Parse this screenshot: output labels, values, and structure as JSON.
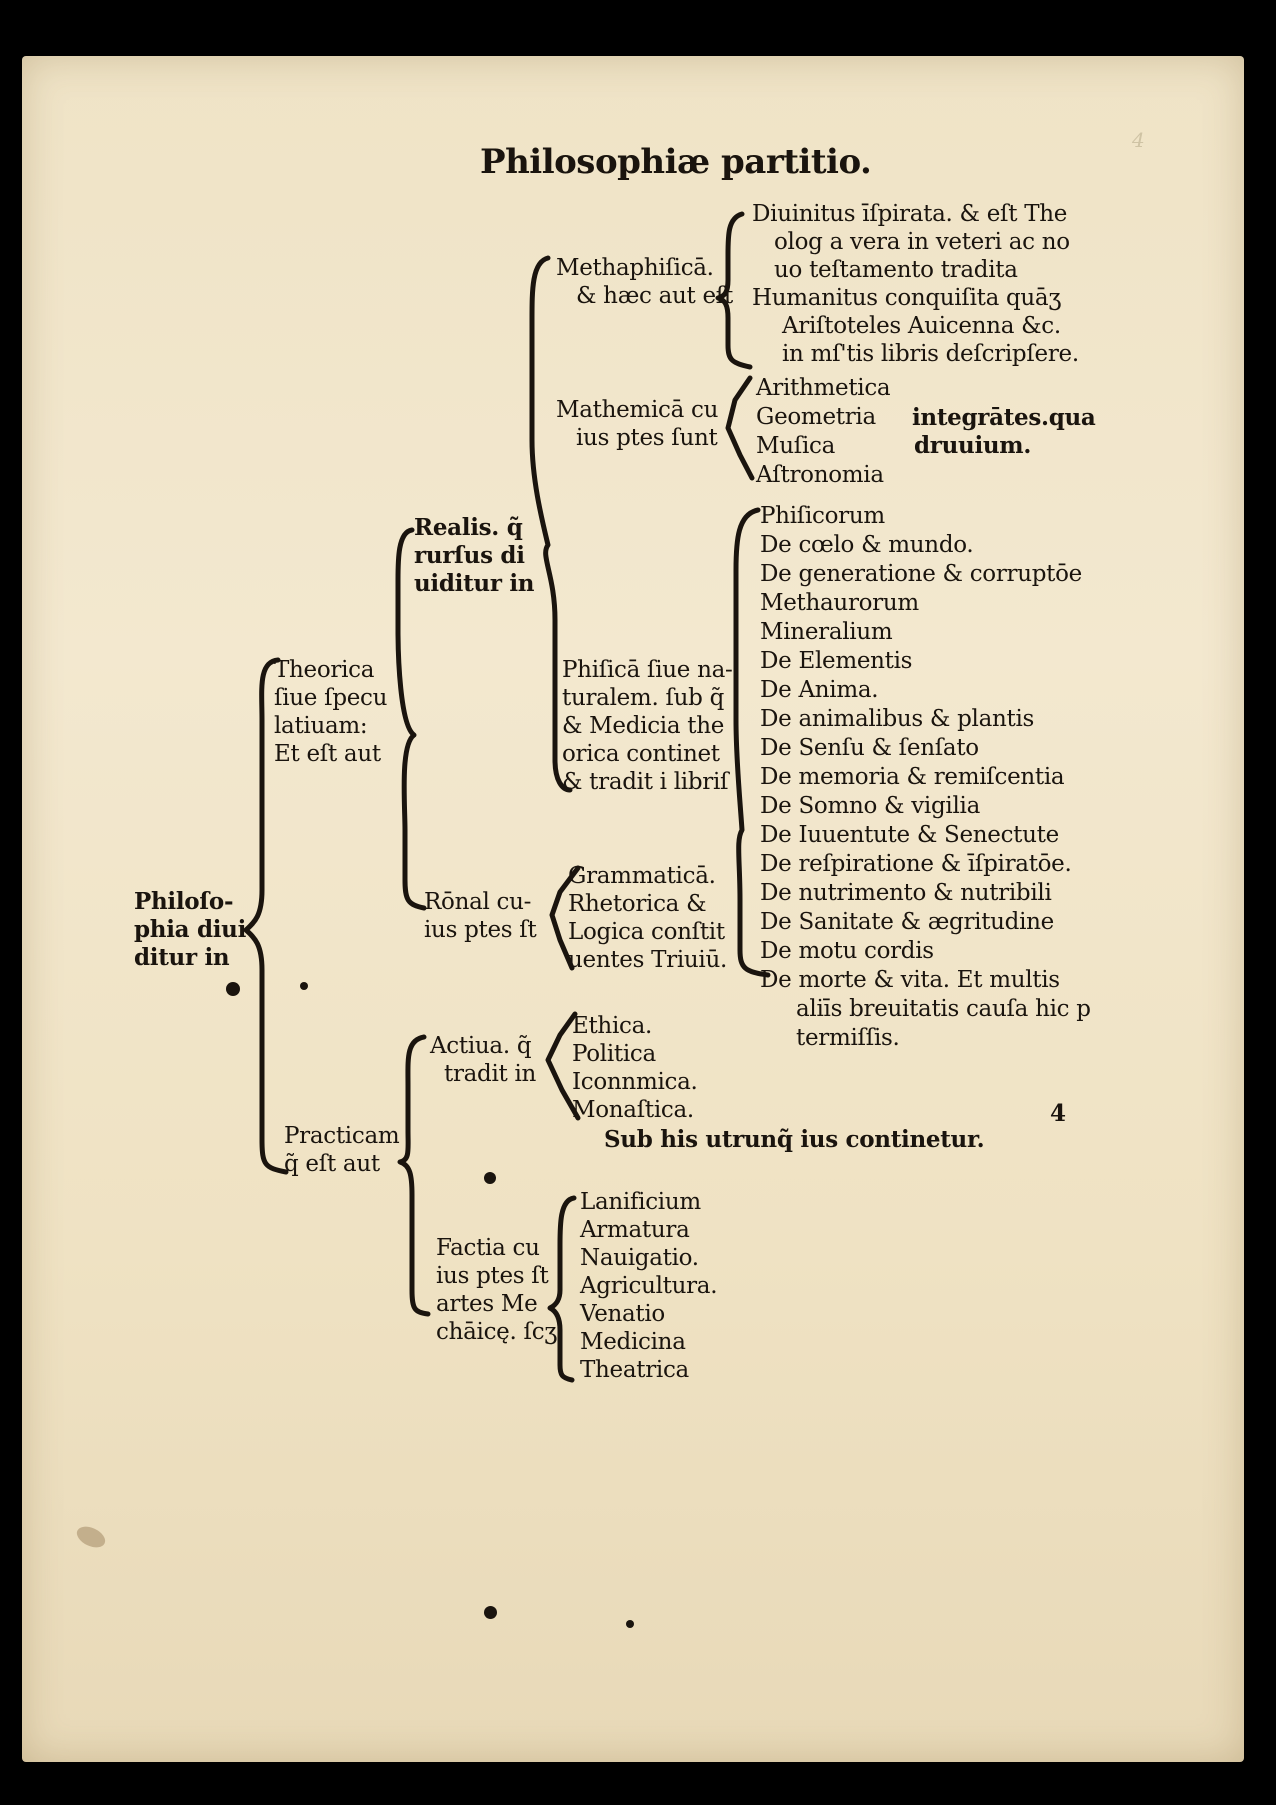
{
  "title": "Philosophiæ partitio.",
  "root": [
    "Philoſo-",
    "phia diui",
    "ditur in"
  ],
  "theorica": [
    "Theorica",
    "ſiue ſpecu",
    "latiuam:",
    "Et eſt aut"
  ],
  "practica": [
    "Practicam",
    "q̃ eſt aut"
  ],
  "realis": [
    "Realis. q̃",
    "rurſus di",
    "uiditur in"
  ],
  "rationalis": [
    "Rōnal cu-",
    "ius ptes ſt"
  ],
  "metaphysica": {
    "label": [
      "Methaphiſicā.",
      "& hæc aut eſt"
    ],
    "items": [
      "Diuinitus īſpirata. & eſt The",
      "olog a vera in veteri ac no",
      "uo teſtamento tradita",
      "Humanitus conquiſita quāʒ",
      "Ariſtoteles Auicenna &c.",
      "in mſ'tis libris deſcripſere."
    ]
  },
  "mathematica": {
    "label": [
      "Mathemicā cu",
      "ius ptes ſunt"
    ],
    "items": [
      "Arithmetica",
      "Geometria",
      "Muſica",
      "Aſtronomia"
    ],
    "note": [
      "integrātes.qua",
      "druuium."
    ]
  },
  "physica": {
    "label": [
      "Phiſicā ſiue na-",
      "turalem. ſub q̃",
      "& Medicia the",
      "orica continet",
      "& tradit i libriſ"
    ],
    "items": [
      "Phiſicorum",
      "De cœlo & mundo.",
      "De generatione & corruptōe",
      "Methaurorum",
      "Mineralium",
      "De Elementis",
      "De Anima.",
      "De animalibus & plantis",
      "De Senſu & ſenſato",
      "De memoria & remiſcentia",
      "De Somno & vigilia",
      "De Iuuentute & Senectute",
      "De reſpiratione & īſpiratōe.",
      "De nutrimento & nutribili",
      "De Sanitate & ægritudine",
      "De motu cordis",
      "De morte & vita.  Et multis",
      "aliīs breuitatis cauſa hic p",
      "termiſſis."
    ]
  },
  "trivium": {
    "items": [
      "Grammaticā.",
      "Rhetorica &",
      "Logica conſtit",
      "uentes Triuiū."
    ]
  },
  "activa": {
    "label": [
      "Actiua. q̃",
      "tradit in"
    ],
    "items": [
      "Ethica.",
      "Politica",
      "Iconnmica.",
      "Monaſtica."
    ],
    "note": "Sub his utrunq̃ ius continetur."
  },
  "factiva": {
    "label": [
      "Factia cu",
      "ius ptes ſt",
      "artes Me",
      "chāicę. ſcʒ"
    ],
    "items": [
      "Lanificium",
      "Armatura",
      "Nauigatio.",
      "Agricultura.",
      "Venatio",
      "Medicina",
      "Theatrica"
    ]
  },
  "signature": "4",
  "corner_number": "4"
}
